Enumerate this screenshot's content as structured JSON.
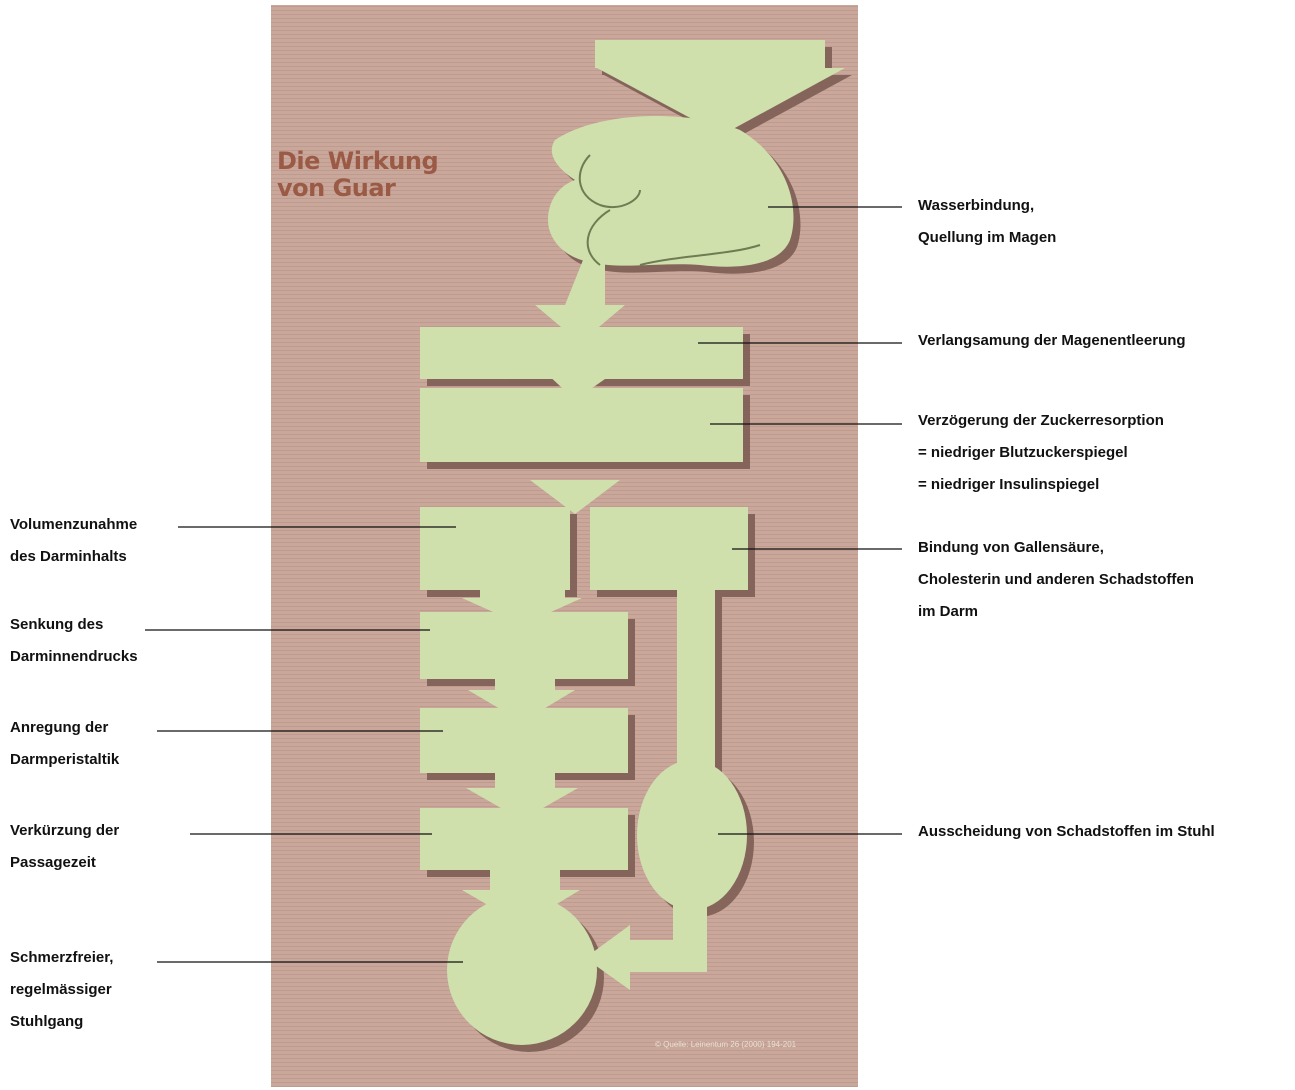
{
  "poster": {
    "title_line1": "Die Wirkung",
    "title_line2": "von Guar",
    "copyright": "© Quelle: Leinentum 26 (2000) 194-201",
    "background_color": "#c9a79b",
    "shape_color": "#cfe0ac",
    "shadow_color": "#7a5a50",
    "title_color": "#9a5a45"
  },
  "labels_right": [
    {
      "id": "wasserbindung",
      "lines": [
        "Wasserbindung,",
        "Quellung im Magen"
      ]
    },
    {
      "id": "magenentleerung",
      "lines": [
        "Verlangsamung der Magenentleerung"
      ]
    },
    {
      "id": "zuckerresorption",
      "lines": [
        "Verzögerung der Zuckerresorption",
        "= niedriger Blutzuckerspiegel",
        "= niedriger Insulinspiegel"
      ]
    },
    {
      "id": "gallensaeure",
      "lines": [
        "Bindung von Gallensäure,",
        "Cholesterin und anderen Schadstoffen",
        "im Darm"
      ]
    },
    {
      "id": "ausscheidung",
      "lines": [
        "Ausscheidung von Schadstoffen im Stuhl"
      ]
    }
  ],
  "labels_left": [
    {
      "id": "volumenzunahme",
      "lines": [
        "Volumenzunahme",
        "des Darminhalts"
      ]
    },
    {
      "id": "senkung",
      "lines": [
        "Senkung des",
        "Darminnendrucks"
      ]
    },
    {
      "id": "anregung",
      "lines": [
        "Anregung der",
        "Darmperistaltik"
      ]
    },
    {
      "id": "verkuerzung",
      "lines": [
        "Verkürzung der",
        "Passagezeit"
      ]
    },
    {
      "id": "stuhlgang",
      "lines": [
        "Schmerzfreier,",
        "regelmässiger",
        "Stuhlgang"
      ]
    }
  ]
}
